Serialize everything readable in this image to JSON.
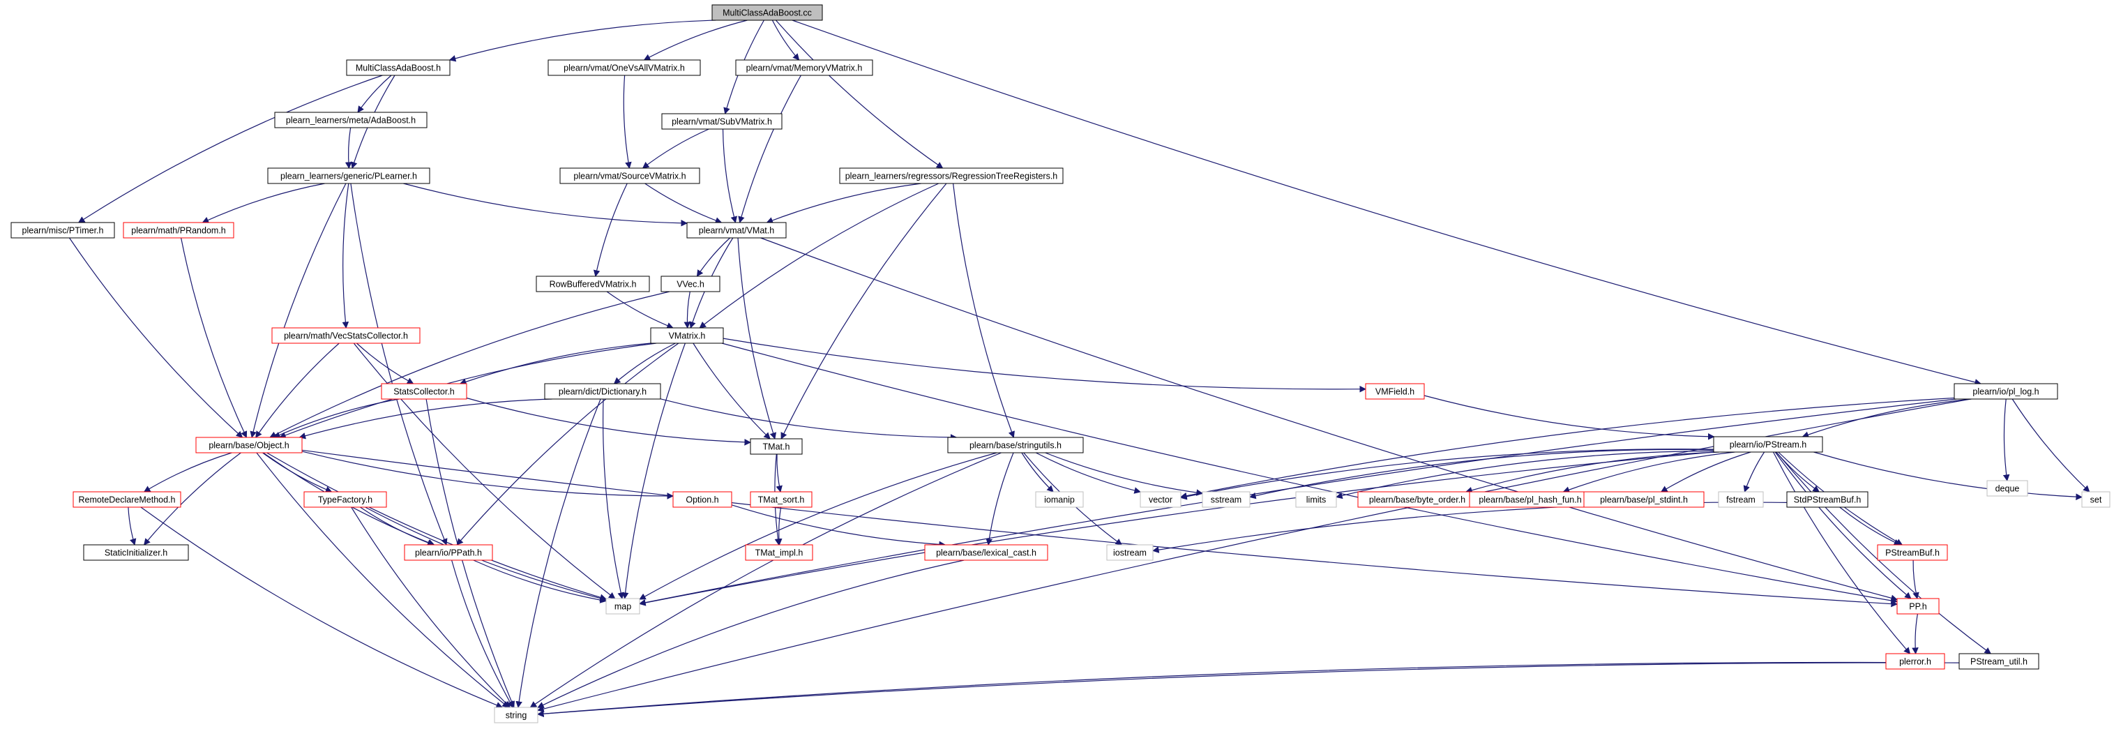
{
  "colors": {
    "root_fill": "#bfbfbf",
    "default_border": "#000000",
    "truncated_border": "#ff0000",
    "external_border": "#bfbfbf",
    "edge": "#191970"
  },
  "nodes": [
    {
      "id": "root",
      "label": "MultiClassAdaBoost.cc",
      "kind": "root"
    },
    {
      "id": "mcab_h",
      "label": "MultiClassAdaBoost.h",
      "kind": "normal"
    },
    {
      "id": "onevsall",
      "label": "plearn/vmat/OneVsAllVMatrix.h",
      "kind": "normal"
    },
    {
      "id": "memvmat",
      "label": "plearn/vmat/MemoryVMatrix.h",
      "kind": "normal"
    },
    {
      "id": "adaboost",
      "label": "plearn_learners/meta/AdaBoost.h",
      "kind": "normal"
    },
    {
      "id": "subvmat",
      "label": "plearn/vmat/SubVMatrix.h",
      "kind": "normal"
    },
    {
      "id": "plearner",
      "label": "plearn_learners/generic/PLearner.h",
      "kind": "normal"
    },
    {
      "id": "sourcevmat",
      "label": "plearn/vmat/SourceVMatrix.h",
      "kind": "normal"
    },
    {
      "id": "rtreg",
      "label": "plearn_learners/regressors/RegressionTreeRegisters.h",
      "kind": "normal"
    },
    {
      "id": "ptimer",
      "label": "plearn/misc/PTimer.h",
      "kind": "normal"
    },
    {
      "id": "prandom",
      "label": "plearn/math/PRandom.h",
      "kind": "truncated"
    },
    {
      "id": "vmat_h",
      "label": "plearn/vmat/VMat.h",
      "kind": "normal"
    },
    {
      "id": "vvec",
      "label": "VVec.h",
      "kind": "normal"
    },
    {
      "id": "rowbuf",
      "label": "RowBufferedVMatrix.h",
      "kind": "normal"
    },
    {
      "id": "vecstats",
      "label": "plearn/math/VecStatsCollector.h",
      "kind": "truncated"
    },
    {
      "id": "vmatrix",
      "label": "VMatrix.h",
      "kind": "normal"
    },
    {
      "id": "statscoll",
      "label": "StatsCollector.h",
      "kind": "truncated"
    },
    {
      "id": "dictionary",
      "label": "plearn/dict/Dictionary.h",
      "kind": "normal"
    },
    {
      "id": "vmfield",
      "label": "VMField.h",
      "kind": "truncated"
    },
    {
      "id": "pllog",
      "label": "plearn/io/pl_log.h",
      "kind": "normal"
    },
    {
      "id": "object",
      "label": "plearn/base/Object.h",
      "kind": "truncated"
    },
    {
      "id": "tmat",
      "label": "TMat.h",
      "kind": "normal"
    },
    {
      "id": "stringutils",
      "label": "plearn/base/stringutils.h",
      "kind": "normal"
    },
    {
      "id": "pstream",
      "label": "plearn/io/PStream.h",
      "kind": "normal"
    },
    {
      "id": "deque",
      "label": "deque",
      "kind": "external"
    },
    {
      "id": "remotedecl",
      "label": "RemoteDeclareMethod.h",
      "kind": "truncated"
    },
    {
      "id": "typefactory",
      "label": "TypeFactory.h",
      "kind": "truncated"
    },
    {
      "id": "option",
      "label": "Option.h",
      "kind": "truncated"
    },
    {
      "id": "tmatsort",
      "label": "TMat_sort.h",
      "kind": "truncated"
    },
    {
      "id": "iomanip",
      "label": "iomanip",
      "kind": "external"
    },
    {
      "id": "vector",
      "label": "vector",
      "kind": "external"
    },
    {
      "id": "sstream",
      "label": "sstream",
      "kind": "external"
    },
    {
      "id": "limits",
      "label": "limits",
      "kind": "external"
    },
    {
      "id": "byteorder",
      "label": "plearn/base/byte_order.h",
      "kind": "truncated"
    },
    {
      "id": "hashfun",
      "label": "plearn/base/pl_hash_fun.h",
      "kind": "truncated"
    },
    {
      "id": "stdint",
      "label": "plearn/base/pl_stdint.h",
      "kind": "truncated"
    },
    {
      "id": "fstream",
      "label": "fstream",
      "kind": "external"
    },
    {
      "id": "stdpsbuf",
      "label": "StdPStreamBuf.h",
      "kind": "normal"
    },
    {
      "id": "set",
      "label": "set",
      "kind": "external"
    },
    {
      "id": "staticinit",
      "label": "StaticInitializer.h",
      "kind": "normal"
    },
    {
      "id": "ppath",
      "label": "plearn/io/PPath.h",
      "kind": "truncated"
    },
    {
      "id": "tmatimpl",
      "label": "TMat_impl.h",
      "kind": "truncated"
    },
    {
      "id": "lexcast",
      "label": "plearn/base/lexical_cast.h",
      "kind": "truncated"
    },
    {
      "id": "iostream",
      "label": "iostream",
      "kind": "external"
    },
    {
      "id": "psbuf",
      "label": "PStreamBuf.h",
      "kind": "truncated"
    },
    {
      "id": "map",
      "label": "map",
      "kind": "external"
    },
    {
      "id": "pp",
      "label": "PP.h",
      "kind": "truncated"
    },
    {
      "id": "plerror",
      "label": "plerror.h",
      "kind": "truncated"
    },
    {
      "id": "pstreamutil",
      "label": "PStream_util.h",
      "kind": "normal"
    },
    {
      "id": "string",
      "label": "string",
      "kind": "external"
    }
  ],
  "edges": [
    [
      "root",
      "mcab_h"
    ],
    [
      "root",
      "onevsall"
    ],
    [
      "root",
      "memvmat"
    ],
    [
      "root",
      "subvmat"
    ],
    [
      "root",
      "rtreg"
    ],
    [
      "root",
      "pllog"
    ],
    [
      "mcab_h",
      "adaboost"
    ],
    [
      "mcab_h",
      "plearner"
    ],
    [
      "mcab_h",
      "ptimer"
    ],
    [
      "adaboost",
      "plearner"
    ],
    [
      "onevsall",
      "sourcevmat"
    ],
    [
      "memvmat",
      "vmat_h"
    ],
    [
      "subvmat",
      "sourcevmat"
    ],
    [
      "subvmat",
      "vmat_h"
    ],
    [
      "sourcevmat",
      "vmat_h"
    ],
    [
      "sourcevmat",
      "rowbuf"
    ],
    [
      "plearner",
      "prandom"
    ],
    [
      "plearner",
      "vmat_h"
    ],
    [
      "plearner",
      "vecstats"
    ],
    [
      "plearner",
      "object"
    ],
    [
      "plearner",
      "ppath"
    ],
    [
      "rtreg",
      "vmat_h"
    ],
    [
      "rtreg",
      "vmatrix"
    ],
    [
      "rtreg",
      "tmat"
    ],
    [
      "rtreg",
      "stringutils"
    ],
    [
      "ptimer",
      "object"
    ],
    [
      "prandom",
      "object"
    ],
    [
      "vmat_h",
      "vvec"
    ],
    [
      "vmat_h",
      "vmatrix"
    ],
    [
      "vmat_h",
      "tmat"
    ],
    [
      "vmat_h",
      "pp"
    ],
    [
      "vvec",
      "vmatrix"
    ],
    [
      "vvec",
      "object"
    ],
    [
      "rowbuf",
      "vmatrix"
    ],
    [
      "vecstats",
      "statscoll"
    ],
    [
      "vecstats",
      "object"
    ],
    [
      "vecstats",
      "map"
    ],
    [
      "vmatrix",
      "object"
    ],
    [
      "vmatrix",
      "statscoll"
    ],
    [
      "vmatrix",
      "dictionary"
    ],
    [
      "vmatrix",
      "tmat"
    ],
    [
      "vmatrix",
      "vmfield"
    ],
    [
      "vmatrix",
      "ppath"
    ],
    [
      "vmatrix",
      "map"
    ],
    [
      "vmatrix",
      "pp"
    ],
    [
      "statscoll",
      "object"
    ],
    [
      "statscoll",
      "tmat"
    ],
    [
      "statscoll",
      "string"
    ],
    [
      "dictionary",
      "object"
    ],
    [
      "dictionary",
      "stringutils"
    ],
    [
      "dictionary",
      "map"
    ],
    [
      "dictionary",
      "string"
    ],
    [
      "vmfield",
      "pstream"
    ],
    [
      "pllog",
      "pstream"
    ],
    [
      "pllog",
      "deque"
    ],
    [
      "pllog",
      "set"
    ],
    [
      "pllog",
      "map"
    ],
    [
      "pllog",
      "vector"
    ],
    [
      "pllog",
      "string"
    ],
    [
      "object",
      "remotedecl"
    ],
    [
      "object",
      "staticinit"
    ],
    [
      "object",
      "typefactory"
    ],
    [
      "object",
      "ppath"
    ],
    [
      "object",
      "option"
    ],
    [
      "object",
      "map"
    ],
    [
      "object",
      "string"
    ],
    [
      "object",
      "pp"
    ],
    [
      "tmat",
      "tmatsort"
    ],
    [
      "tmat",
      "tmatimpl"
    ],
    [
      "stringutils",
      "iomanip"
    ],
    [
      "stringutils",
      "vector"
    ],
    [
      "stringutils",
      "sstream"
    ],
    [
      "stringutils",
      "iostream"
    ],
    [
      "stringutils",
      "lexcast"
    ],
    [
      "stringutils",
      "map"
    ],
    [
      "stringutils",
      "string"
    ],
    [
      "pstream",
      "limits"
    ],
    [
      "pstream",
      "byteorder"
    ],
    [
      "pstream",
      "hashfun"
    ],
    [
      "pstream",
      "stdint"
    ],
    [
      "pstream",
      "fstream"
    ],
    [
      "pstream",
      "stdpsbuf"
    ],
    [
      "pstream",
      "psbuf"
    ],
    [
      "pstream",
      "set"
    ],
    [
      "pstream",
      "pp"
    ],
    [
      "pstream",
      "plerror"
    ],
    [
      "pstream",
      "pstreamutil"
    ],
    [
      "pstream",
      "map"
    ],
    [
      "pstream",
      "sstream"
    ],
    [
      "pstream",
      "vector"
    ],
    [
      "remotedecl",
      "staticinit"
    ],
    [
      "remotedecl",
      "string"
    ],
    [
      "typefactory",
      "ppath"
    ],
    [
      "typefactory",
      "map"
    ],
    [
      "typefactory",
      "string"
    ],
    [
      "option",
      "lexcast"
    ],
    [
      "tmatsort",
      "tmatimpl"
    ],
    [
      "stdpsbuf",
      "psbuf"
    ],
    [
      "stdpsbuf",
      "iostream"
    ],
    [
      "ppath",
      "map"
    ],
    [
      "ppath",
      "string"
    ],
    [
      "lexcast",
      "string"
    ],
    [
      "psbuf",
      "pp"
    ],
    [
      "pp",
      "plerror"
    ],
    [
      "plerror",
      "string"
    ],
    [
      "pstreamutil",
      "string"
    ]
  ]
}
